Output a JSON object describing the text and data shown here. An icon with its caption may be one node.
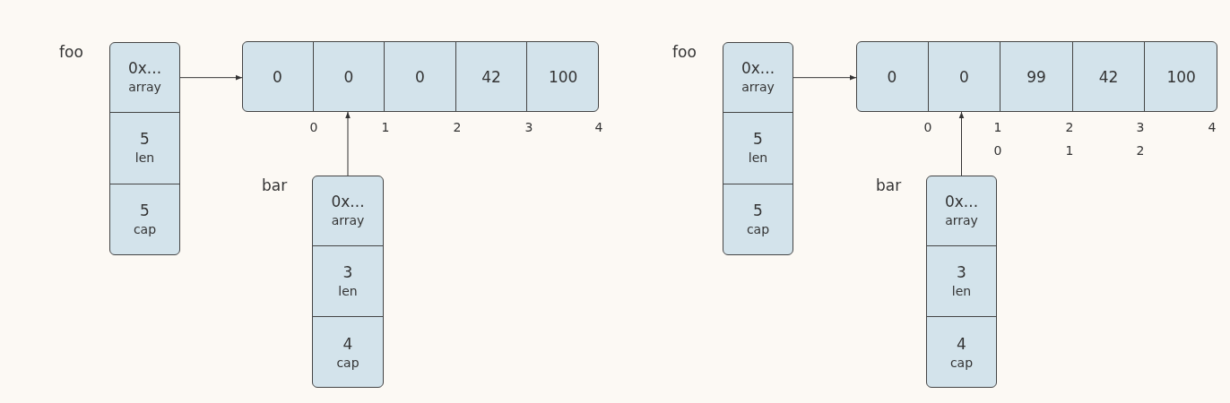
{
  "diagram": {
    "nodes": [
      {
        "text": [
          "foo"
        ]
      },
      {
        "text": [
          "0x...",
          "array"
        ],
        "in": 0
      },
      {
        "text": [
          "5",
          "len"
        ],
        "in": 0
      },
      {
        "text": [
          "5",
          "cap"
        ],
        "in": 0
      },
      {
        "text": [],
        "shape": "box"
      },
      {
        "text": [
          "0"
        ],
        "in": 4
      },
      {
        "text": [
          "0"
        ],
        "in": 4
      },
      {
        "text": [
          "0"
        ],
        "in": 4
      },
      {
        "text": [
          "42"
        ],
        "in": 4
      },
      {
        "text": [
          "100"
        ],
        "in": 4
      },
      {
        "text": [
          "bar"
        ]
      },
      {
        "text": [
          "0x...",
          "array"
        ],
        "in": 10
      },
      {
        "text": [
          "3",
          "len"
        ],
        "in": 10
      },
      {
        "text": [
          "4",
          "cap"
        ],
        "in": 10
      },
      {
        "text": [
          "foo"
        ]
      },
      {
        "text": [
          "0x...",
          "array"
        ],
        "in": 14
      },
      {
        "text": [
          "5",
          "len"
        ],
        "in": 14
      },
      {
        "text": [
          "5",
          "cap"
        ],
        "in": 14
      },
      {
        "text": [],
        "shape": "box"
      },
      {
        "text": [
          "0"
        ],
        "in": 18
      },
      {
        "text": [
          "0"
        ],
        "in": 18
      },
      {
        "text": [
          "99"
        ],
        "in": 18
      },
      {
        "text": [
          "42"
        ],
        "in": 18
      },
      {
        "text": [
          "100"
        ],
        "in": 18
      },
      {
        "text": [
          "bar"
        ]
      },
      {
        "text": [
          "0x...",
          "array"
        ],
        "in": 24
      },
      {
        "text": [
          "3",
          "len"
        ],
        "in": 24
      },
      {
        "text": [
          "4",
          "cap"
        ],
        "in": 24
      }
    ],
    "edges": [
      {
        "from": 1,
        "to": 4,
        "arrow": "to"
      },
      {
        "from": 11,
        "to": 6,
        "arrow": "to"
      },
      {
        "from": 15,
        "to": 18,
        "arrow": "to"
      },
      {
        "from": 25,
        "to": 20,
        "arrow": "to"
      }
    ],
    "labels": [
      "0",
      "1",
      "2",
      "3",
      "4",
      "0",
      "1",
      "2",
      "3",
      "4",
      "0",
      "1",
      "2"
    ]
  }
}
